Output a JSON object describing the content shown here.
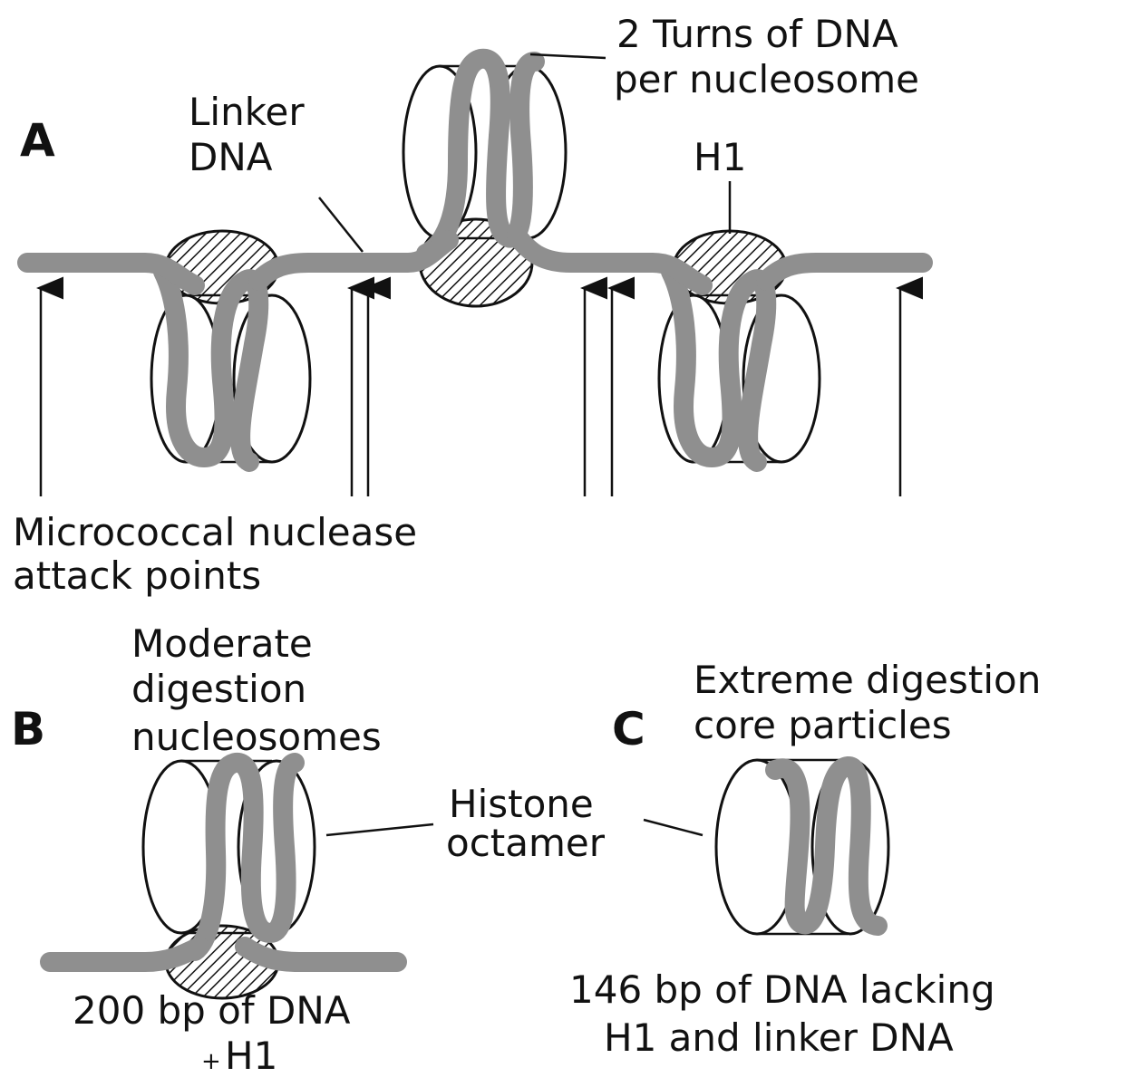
{
  "panels": {
    "a": "A",
    "b": "B",
    "c": "C"
  },
  "panel_a": {
    "turns_line1": "2 Turns of DNA",
    "turns_line2": "per nucleosome",
    "linker_line1": "Linker",
    "linker_line2": "DNA",
    "h1": "H1",
    "attack_line1": "Micrococcal nuclease",
    "attack_line2": "attack points"
  },
  "panel_b": {
    "title_line1": "Moderate",
    "title_line2": "digestion",
    "title_line3": "nucleosomes",
    "caption_line1": "200 bp of DNA",
    "caption_plus": "+",
    "caption_line2": "H1"
  },
  "shared": {
    "octamer_line1": "Histone",
    "octamer_line2": "octamer"
  },
  "panel_c": {
    "title_line1": "Extreme digestion",
    "title_line2": "core particles",
    "caption_line1": "146 bp of DNA lacking",
    "caption_line2": "H1 and linker DNA"
  },
  "colors": {
    "dna": "#8f8f8f",
    "outline": "#111111",
    "background": "#ffffff"
  }
}
